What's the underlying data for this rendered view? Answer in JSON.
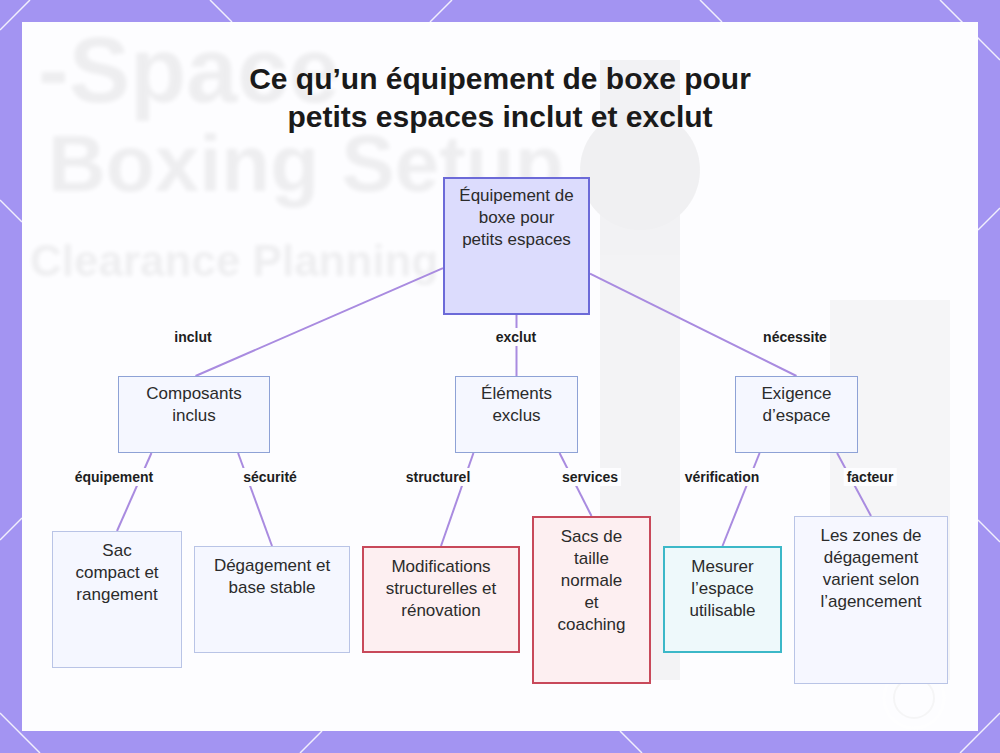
{
  "diagram": {
    "title": "Ce qu’un équipement de boxe pour petits espaces inclut et exclut",
    "nodes": [
      {
        "text": [
          "Équipement de boxe pour petits espaces"
        ]
      },
      {
        "text": [
          "Composants inclus"
        ]
      },
      {
        "text": [
          "Éléments exclus"
        ]
      },
      {
        "text": [
          "Exigence d’espace"
        ]
      },
      {
        "text": [
          "Sac compact et rangement"
        ]
      },
      {
        "text": [
          "Dégagement et base stable"
        ]
      },
      {
        "text": [
          "Modifications structurelles et rénovation"
        ]
      },
      {
        "text": [
          "Sacs de taille normale et coaching"
        ]
      },
      {
        "text": [
          "Mesurer l’espace utilisable"
        ]
      },
      {
        "text": [
          "Les zones de dégagement varient selon l’agencement"
        ]
      }
    ],
    "edges": [
      {
        "from": 0,
        "to": 1,
        "label": "inclut",
        "arrow": "none"
      },
      {
        "from": 0,
        "to": 2,
        "label": "exclut",
        "arrow": "none"
      },
      {
        "from": 0,
        "to": 3,
        "label": "nécessite",
        "arrow": "none"
      },
      {
        "from": 1,
        "to": 4,
        "label": "équipement",
        "arrow": "none"
      },
      {
        "from": 1,
        "to": 5,
        "label": "sécurité",
        "arrow": "none"
      },
      {
        "from": 2,
        "to": 6,
        "label": "structurel",
        "arrow": "none"
      },
      {
        "from": 2,
        "to": 7,
        "label": "services",
        "arrow": "none"
      },
      {
        "from": 3,
        "to": 8,
        "label": "vérification",
        "arrow": "none"
      },
      {
        "from": 3,
        "to": 9,
        "label": "facteur",
        "arrow": "none"
      }
    ],
    "labels": [
      "-Space",
      "Boxing Setup",
      "Clearance Planning"
    ]
  }
}
